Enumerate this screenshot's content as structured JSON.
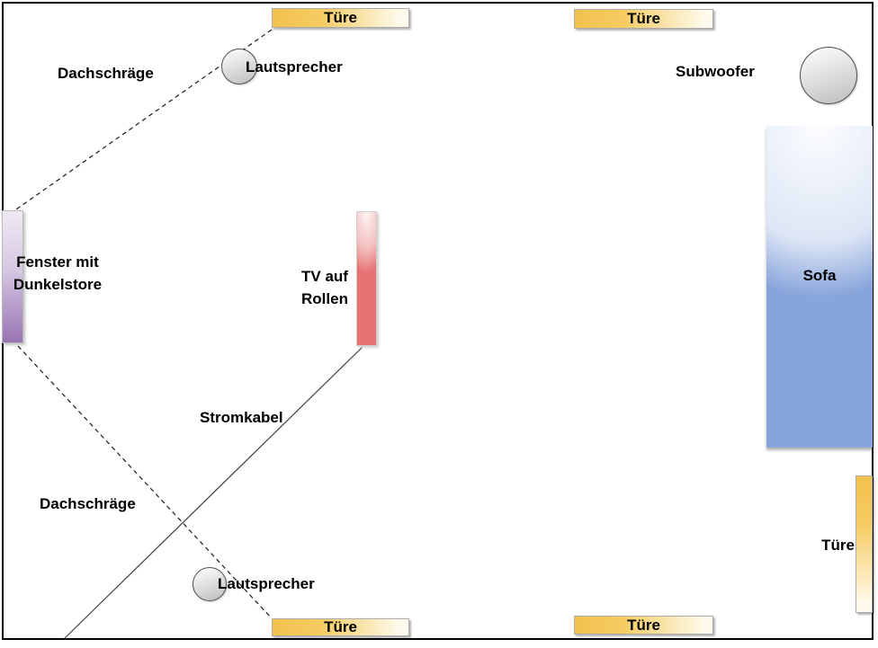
{
  "diagram": {
    "title": "room-floor-plan"
  },
  "doors": {
    "top_left": "Türe",
    "top_right": "Türe",
    "bottom_left": "Türe",
    "bottom_right": "Türe",
    "right_side": "Türe"
  },
  "furniture": {
    "sofa": "Sofa",
    "subwoofer": "Subwoofer",
    "speaker_top": "Lautsprecher",
    "speaker_bottom": "Lautsprecher",
    "tv_line1": "TV auf",
    "tv_line2": "Rollen",
    "window_line1": "Fenster mit",
    "window_line2": "Dunkelstore"
  },
  "annotations": {
    "roof_slope_top": "Dachschräge",
    "roof_slope_bottom": "Dachschräge",
    "power_cable": "Stromkabel"
  },
  "colors": {
    "wall": "#000000",
    "dash": "#1A1A1A",
    "cable": "#3F3F3F",
    "door_start": "#F2C14E",
    "door_mid": "#F6CB61",
    "door_end": "#FEFBEE",
    "window_top": "#EFE9F3",
    "window_mid": "#D5C7E1",
    "window_bottom": "#9874B3",
    "tv_top": "#FDF6F6",
    "tv_mid": "#F3BEBE",
    "tv_bottom": "#E77272",
    "sofa_top": "#FCFDFF",
    "sofa_mid": "#DDE6F5",
    "sofa_bottom": "#88A5DB",
    "speaker_light": "#F6F6F6",
    "speaker_dark": "#C3C3C3"
  }
}
